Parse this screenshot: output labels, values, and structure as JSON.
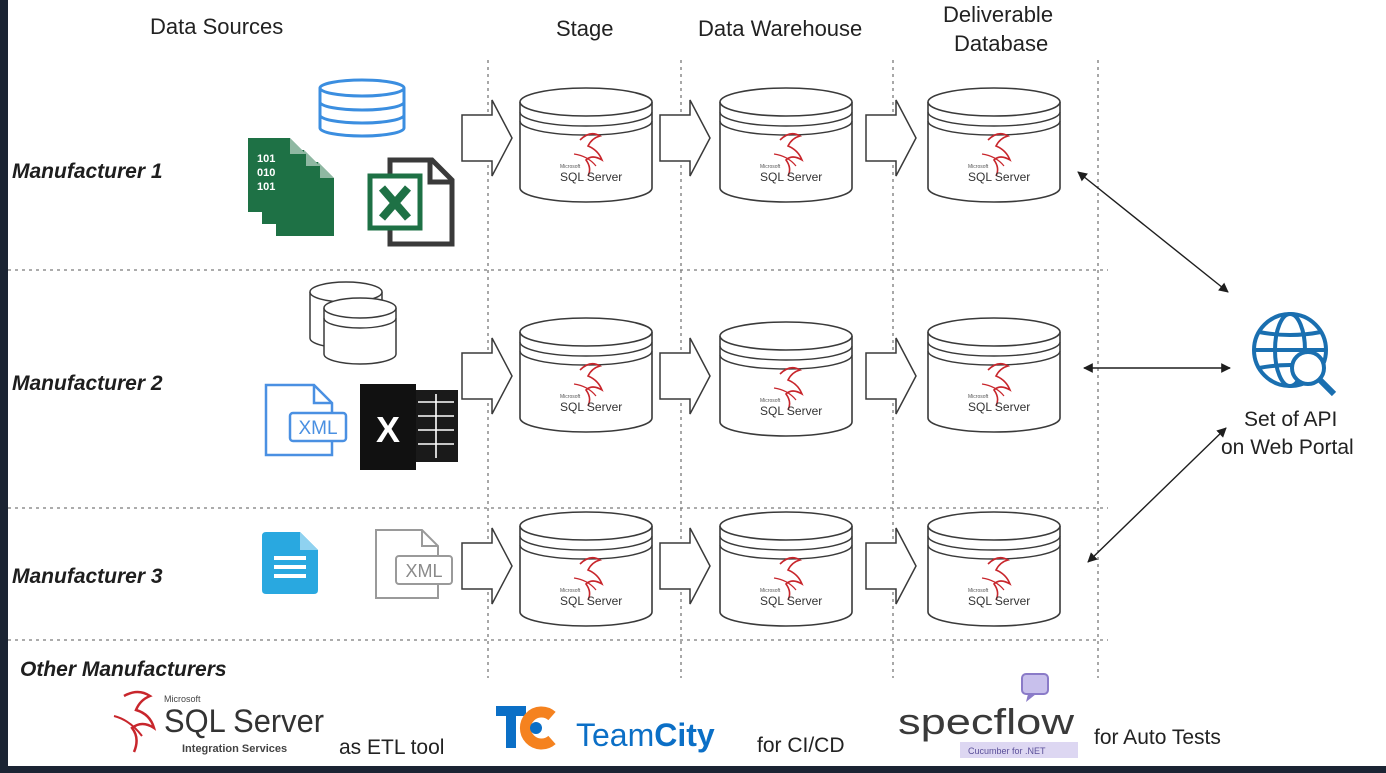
{
  "columns": {
    "data_sources": "Data Sources",
    "stage": "Stage",
    "data_warehouse": "Data Warehouse",
    "deliverable_line1": "Deliverable",
    "deliverable_line2": "Database"
  },
  "rows": [
    {
      "label": "Manufacturer 1"
    },
    {
      "label": "Manufacturer 2"
    },
    {
      "label": "Manufacturer 3"
    },
    {
      "label": "Other Manufacturers"
    }
  ],
  "db_icon": {
    "brand_small": "Microsoft",
    "brand": "SQL Server"
  },
  "file_icons": {
    "binary_digits": [
      "101",
      "010",
      "101"
    ],
    "xml": "XML",
    "excel_letter": "X"
  },
  "api": {
    "line1": "Set of API",
    "line2": "on Web Portal"
  },
  "footer": {
    "ssis": {
      "microsoft": "Microsoft",
      "product": "SQL Server",
      "sub": "Integration Services",
      "caption": "as ETL tool"
    },
    "teamcity": {
      "name_part1": "Team",
      "name_part2": "City",
      "caption": "for CI/CD"
    },
    "specflow": {
      "name": "specflow",
      "sub": "Cucumber for .NET",
      "caption": "for Auto Tests"
    }
  },
  "colors": {
    "sql_red": "#c8262c",
    "excel_green": "#1e7145",
    "db_blue": "#3b8ee0",
    "xml_blue": "#4a90e2",
    "doc_cyan": "#29a8e0",
    "api_blue": "#1a6fb0",
    "teamcity_blue": "#0b6fc6",
    "specflow_purple": "#8a7bc8"
  }
}
